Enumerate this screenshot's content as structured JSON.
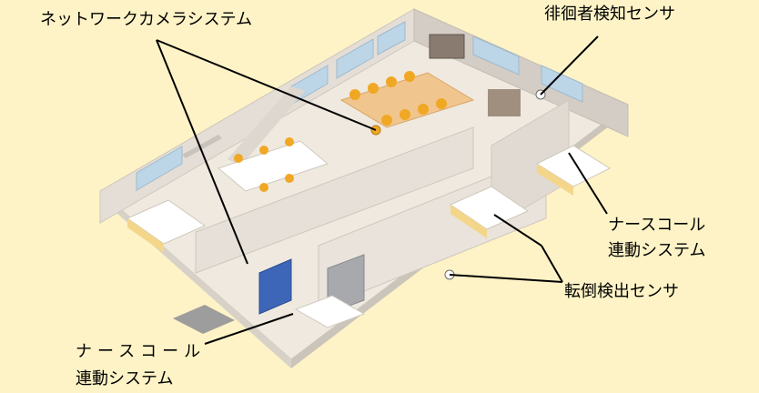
{
  "labels": {
    "camera": "ネットワークカメラシステム",
    "wander": "徘徊者検知センサ",
    "nurse_call_right": {
      "line1": "ナースコール",
      "line2": "連動システム"
    },
    "fall": "転倒検出センサ",
    "nurse_call_left": {
      "line1": "ナースコール",
      "line2": "連動システム"
    }
  },
  "colors": {
    "background": "#fdf3c6",
    "floor": "#efe9df",
    "wall": "#e4ded6",
    "wall_side": "#d3cdc5",
    "window": "#bcd6e8",
    "bed": "#f4d68a",
    "chair": "#f0a824",
    "table": "#f0c58e",
    "shelf": "#3d66b8",
    "pointer": "#000000"
  },
  "icons": [
    "bed-icon",
    "table-icon",
    "chair-icon",
    "shelf-icon",
    "sensor-icon",
    "camera-icon"
  ]
}
